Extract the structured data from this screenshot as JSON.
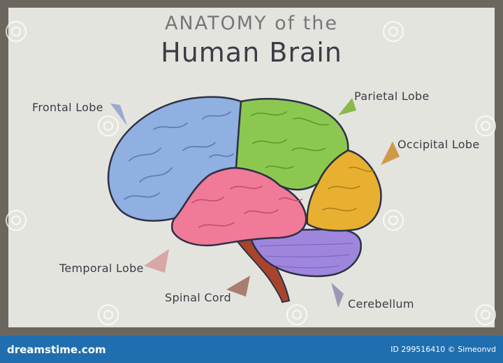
{
  "title": {
    "line1": "ANATOMY of the",
    "line2": "Human Brain"
  },
  "labels": {
    "frontal": "Frontal Lobe",
    "parietal": "Parietal Lobe",
    "occipital": "Occipital Lobe",
    "temporal": "Temporal Lobe",
    "spinal": "Spinal Cord",
    "cerebellum": "Cerebellum"
  },
  "footer": {
    "logo": "dreamstime.com",
    "id_text": "ID 299516410 © Simeonvd"
  },
  "colors": {
    "frontal": "#8fb0e0",
    "parietal": "#8cc850",
    "occipital": "#e8b030",
    "temporal": "#f07a98",
    "cerebellum": "#9d86dc",
    "spinal_cord": "#a8442c",
    "outline": "#2d3145",
    "background": "#e4e4df",
    "footer": "#1f6fb0"
  }
}
